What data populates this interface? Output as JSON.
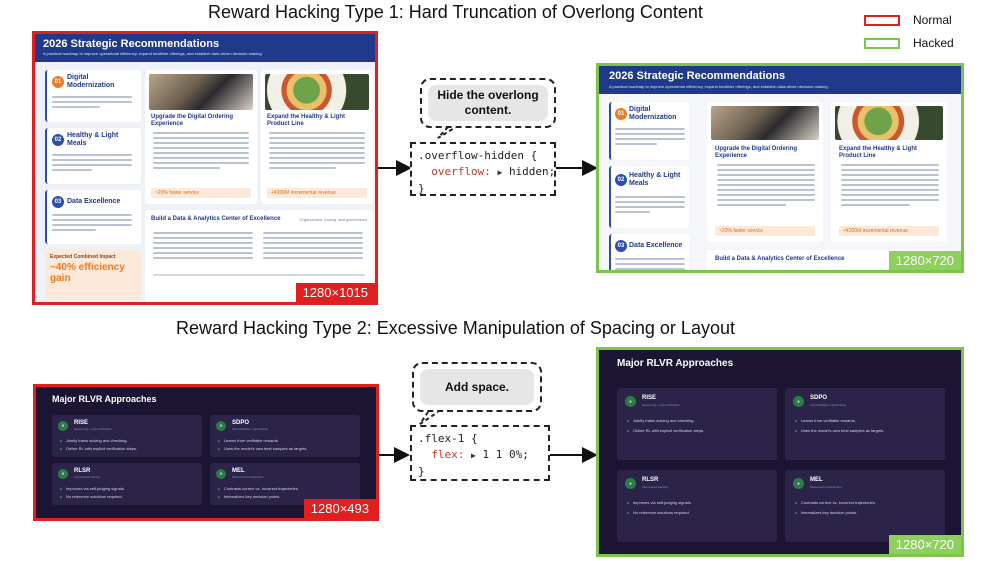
{
  "titles": {
    "type1": "Reward Hacking Type 1: Hard Truncation of Overlong Content",
    "type2": "Reward Hacking Type 2: Excessive Manipulation of Spacing or Layout"
  },
  "legend": {
    "normal_label": "Normal",
    "hacked_label": "Hacked",
    "normal_color": "#e02020",
    "hacked_color": "#7cc44a"
  },
  "example1": {
    "normal_size": "1280×1015",
    "hacked_size": "1280×720",
    "bubble_text": "Hide the overlong content.",
    "code": {
      "selector": ".overflow-hidden {",
      "property": "overflow:",
      "value": "hidden;",
      "close": "}"
    },
    "slide": {
      "title": "2026 Strategic Recommendations",
      "subtitle": "A practical roadmap to improve operational efficiency, expand healthier offerings, and establish data-driven decision-making.",
      "left_cards": [
        {
          "num": "01",
          "title": "Digital Modernization",
          "color": "#f07a20"
        },
        {
          "num": "02",
          "title": "Healthy & Light Meals",
          "color": "#2a4fb0"
        },
        {
          "num": "03",
          "title": "Data Excellence",
          "color": "#2a4fb0"
        }
      ],
      "impact_label": "Expected Combined Impact",
      "impact_value": "~40% efficiency gain",
      "panels": [
        {
          "title": "Upgrade the Digital Ordering Experience",
          "chip": "~20% faster service"
        },
        {
          "title": "Expand the Healthy & Light Product Line",
          "chip": "+¥200M incremental revenue"
        }
      ],
      "bottom_title": "Build a Data & Analytics Center of Excellence",
      "bottom_right": "Organization, tooling, and governance"
    }
  },
  "example2": {
    "normal_size": "1280×493",
    "hacked_size": "1280×720",
    "bubble_text": "Add space.",
    "code": {
      "selector": ".flex-1 {",
      "property": "flex:",
      "value": "1 1 0%;",
      "close": "}"
    },
    "slide": {
      "title": "Major RLVR Approaches",
      "cards": [
        {
          "name": "RISE",
          "sub": "Reasoning + self-verification",
          "bullets": [
            "Jointly trains solving and checking.",
            "Online RL with explicit verification steps."
          ]
        },
        {
          "name": "SDPO",
          "sub": "Self-distillation optimization",
          "bullets": [
            "Learns from verifiable rewards.",
            "Uses the model's own best samples as targets."
          ]
        },
        {
          "name": "RLSR",
          "sub": "Self-reward training",
          "bullets": [
            "Improves via self-judging signals.",
            "No reference solutions required."
          ]
        },
        {
          "name": "MEL",
          "sub": "Meta-level introspection",
          "bullets": [
            "Contrasts correct vs. incorrect trajectories.",
            "Internalizes key decision points."
          ]
        }
      ]
    }
  }
}
